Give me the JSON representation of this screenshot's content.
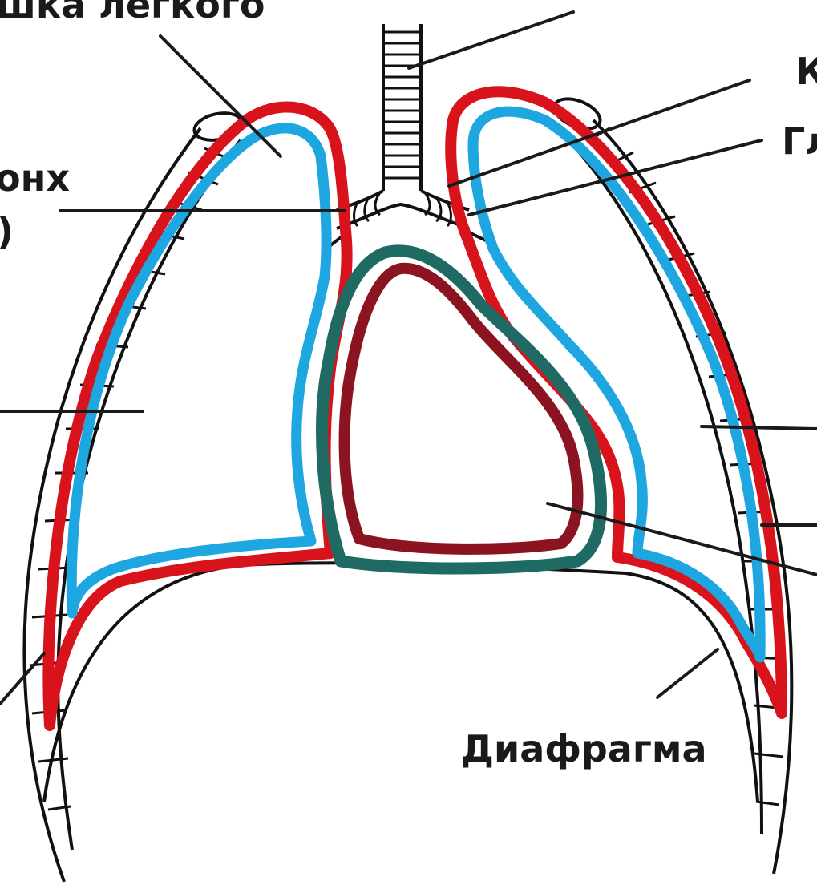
{
  "labels": {
    "apex": "шка легкого",
    "bronchus": "онх",
    "k_fragment": "К",
    "g_fragment": "Гл",
    "diaphragm": "Диафрагма",
    "bronchus_paren": ")"
  },
  "colors": {
    "parietal_pleura": "#d9131c",
    "visceral_pleura": "#1ea6e0",
    "pericardium_outer": "#1f6b64",
    "pericardium_inner": "#8b1420",
    "outline": "#111111"
  }
}
